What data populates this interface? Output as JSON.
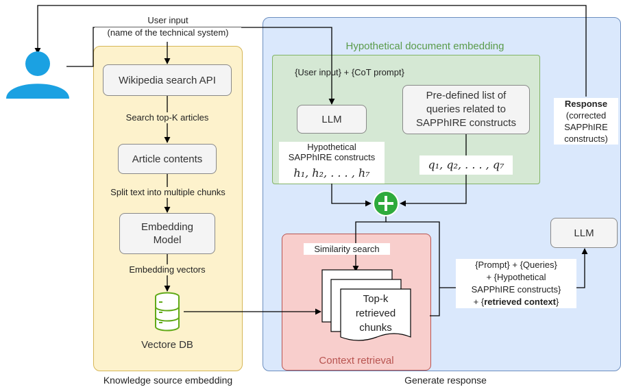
{
  "user_input": "User input",
  "user_input_sub": "(name of the technical system)",
  "ks": {
    "wiki": "Wikipedia search API",
    "search": "Search top-K articles",
    "article": "Article contents",
    "split": "Split text into multiple chunks",
    "embed1": "Embedding",
    "embed2": "Model",
    "vectors": "Embedding vectors",
    "db": "Vectore DB",
    "caption": "Knowledge source embedding"
  },
  "hyde": {
    "title": "Hypothetical document embedding",
    "input": "{User input} + {CoT prompt}",
    "llm": "LLM",
    "hyp1": "Hypothetical",
    "hyp2": "SAPPhIRE constructs",
    "hyp3": "h₁, h₂, . . . , h₇",
    "pre1": "Pre-defined list of",
    "pre2": "queries related to",
    "pre3": "SAPPhIRE constructs",
    "q": "q₁, q₂, . . . , q₇"
  },
  "ctx": {
    "title": "Context retrieval",
    "similarity": "Similarity search",
    "top1": "Top-k",
    "top2": "retrieved",
    "top3": "chunks"
  },
  "gen": {
    "caption": "Generate response",
    "llm": "LLM",
    "prompt1": "{Prompt} + {Queries}",
    "prompt2": "+ {Hypothetical",
    "prompt3": "SAPPhIRE constructs}",
    "prompt4a": "+ {",
    "prompt4b": "retrieved context",
    "prompt4c": "}",
    "resp1": "Response",
    "resp2": "(corrected",
    "resp3": "SAPPhIRE",
    "resp4": "constructs)"
  },
  "colors": {
    "yellow_fill": "#fdf2cc",
    "yellow_border": "#d6b656",
    "blue_fill": "#dae8fc",
    "blue_border": "#6c8ebf",
    "green_fill": "#d5e8d4",
    "green_border": "#82b366",
    "red_fill": "#f8cecc",
    "red_border": "#b85450",
    "user_icon": "#1ba1e2",
    "db_icon": "#60a917",
    "plus": "#2eaa3c"
  }
}
